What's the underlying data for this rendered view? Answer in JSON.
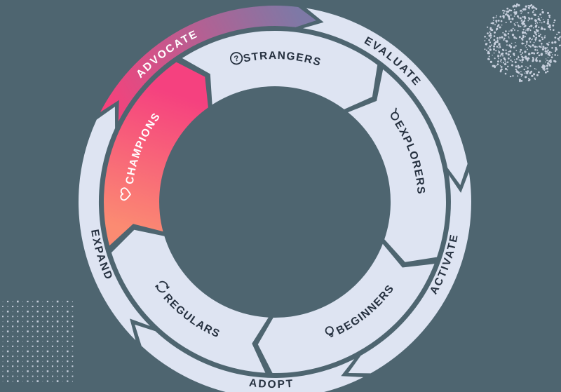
{
  "page": {
    "background_color": "#4E6570"
  },
  "decor": {
    "scatter_circle": {
      "dot_color": "#C7CFDD"
    },
    "grid_pattern": {
      "dot_color": "#C7CFDD"
    }
  },
  "diagram": {
    "description": "customer lifecycle loop",
    "segment_color": "#DEE4F2",
    "text_color": "#25303F",
    "highlight_text_color": "#FFFFFF",
    "champions_gradient": [
      "#F5417F",
      "#FB8B72"
    ],
    "advocate_gradient": [
      "#F9407A",
      "#7E79A6"
    ],
    "outer_stages": [
      {
        "id": "evaluate",
        "label": "EVALUATE",
        "start": 8,
        "end": 80,
        "label_angle": 40,
        "dir": "cw",
        "highlighted": false
      },
      {
        "id": "activate",
        "label": "ACTIVATE",
        "start": 80,
        "end": 152,
        "label_angle": 110,
        "dir": "ccw",
        "highlighted": false
      },
      {
        "id": "adopt",
        "label": "ADOPT",
        "start": 152,
        "end": 224,
        "label_angle": 181,
        "dir": "ccw",
        "highlighted": false
      },
      {
        "id": "expand",
        "label": "EXPAND",
        "start": 224,
        "end": 296,
        "label_angle": 253,
        "dir": "ccw",
        "highlighted": false
      },
      {
        "id": "advocate",
        "label": "ADVOCATE",
        "start": 296,
        "end": 368,
        "label_angle": 324,
        "dir": "cw",
        "highlighted": true
      }
    ],
    "inner_segments": [
      {
        "id": "strangers",
        "label": "STRANGERS",
        "icon": "question-circle",
        "start": -34,
        "end": 38,
        "label_angle": 3,
        "icon_angle": -15,
        "dir": "cw",
        "highlighted": false
      },
      {
        "id": "explorers",
        "label": "EXPLORERS",
        "icon": "magnifier",
        "start": 38,
        "end": 110,
        "label_angle": 72,
        "icon_angle": 54,
        "dir": "cw",
        "highlighted": false
      },
      {
        "id": "beginners",
        "label": "BEGINNERS",
        "icon": "lightbulb",
        "start": 110,
        "end": 182,
        "label_angle": 140,
        "icon_angle": 157,
        "dir": "ccw",
        "highlighted": false
      },
      {
        "id": "regulars",
        "label": "REGULARS",
        "icon": "cycle-arrows",
        "start": 182,
        "end": 254,
        "label_angle": 216,
        "icon_angle": 233,
        "dir": "ccw",
        "highlighted": false
      },
      {
        "id": "champions",
        "label": "CHAMPIONS",
        "icon": "heart",
        "start": 254,
        "end": 326,
        "label_angle": 292,
        "icon_angle": 273,
        "dir": "cw",
        "highlighted": true
      }
    ]
  }
}
